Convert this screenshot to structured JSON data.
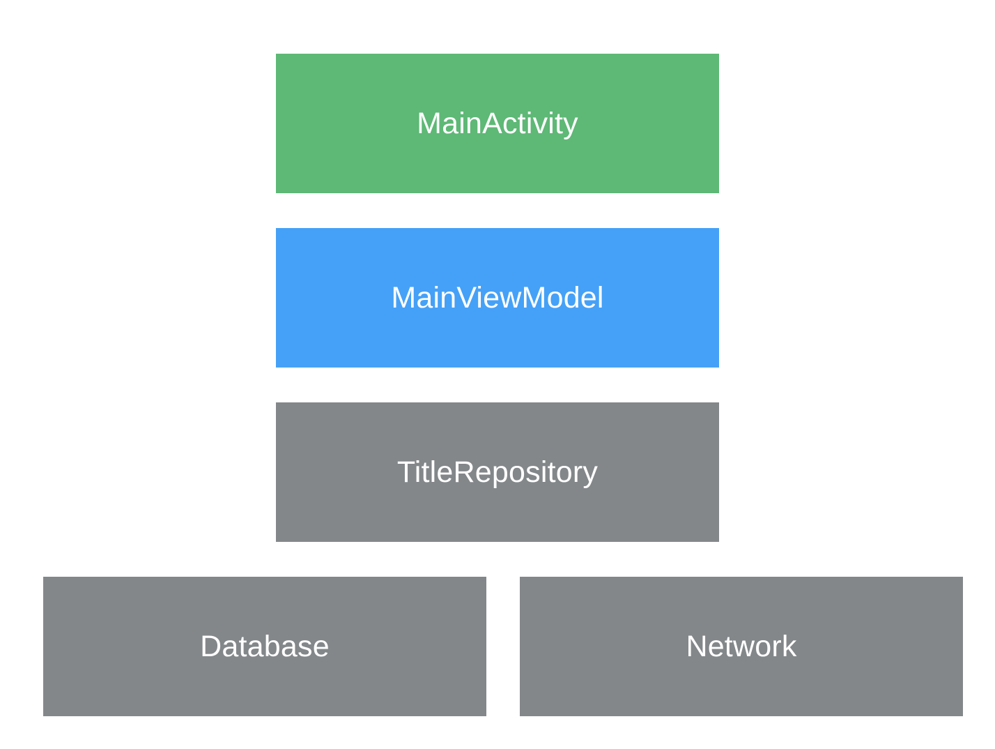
{
  "colors": {
    "activity": "#5eb876",
    "viewmodel": "#45a1f7",
    "layer": "#83878a",
    "text": "#ffffff",
    "background": "#ffffff"
  },
  "layers": {
    "main_activity": {
      "label": "MainActivity",
      "color_key": "activity"
    },
    "main_viewmodel": {
      "label": "MainViewModel",
      "color_key": "viewmodel"
    },
    "title_repository": {
      "label": "TitleRepository",
      "color_key": "layer"
    },
    "database": {
      "label": "Database",
      "color_key": "layer"
    },
    "network": {
      "label": "Network",
      "color_key": "layer"
    }
  }
}
